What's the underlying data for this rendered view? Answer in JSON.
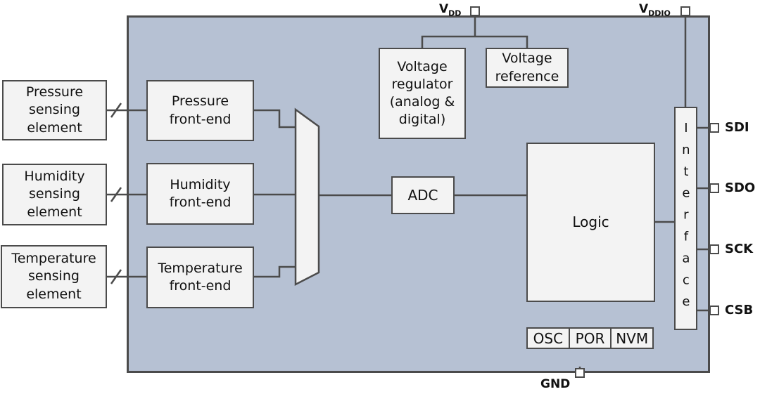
{
  "colors": {
    "chip_fill": "#b6c1d3",
    "box_fill": "#f3f3f3",
    "line": "#4b4b4b",
    "text": "#111111"
  },
  "blocks": {
    "sensing_elements": [
      "Pressure\nsensing\nelement",
      "Humidity\nsensing\nelement",
      "Temperature\nsensing\nelement"
    ],
    "front_ends": [
      "Pressure\nfront-end",
      "Humidity\nfront-end",
      "Temperature\nfront-end"
    ],
    "voltage_regulator": "Voltage\nregulator\n(analog &\ndigital)",
    "voltage_reference": "Voltage\nreference",
    "adc": "ADC",
    "logic": "Logic",
    "interface": "Interface",
    "support_cells": [
      "OSC",
      "POR",
      "NVM"
    ]
  },
  "pins": {
    "vdd": {
      "base": "V",
      "sub": "DD"
    },
    "vddio": {
      "base": "V",
      "sub": "DDIO"
    },
    "gnd": "GND",
    "right": [
      "SDI",
      "SDO",
      "SCK",
      "CSB"
    ]
  }
}
